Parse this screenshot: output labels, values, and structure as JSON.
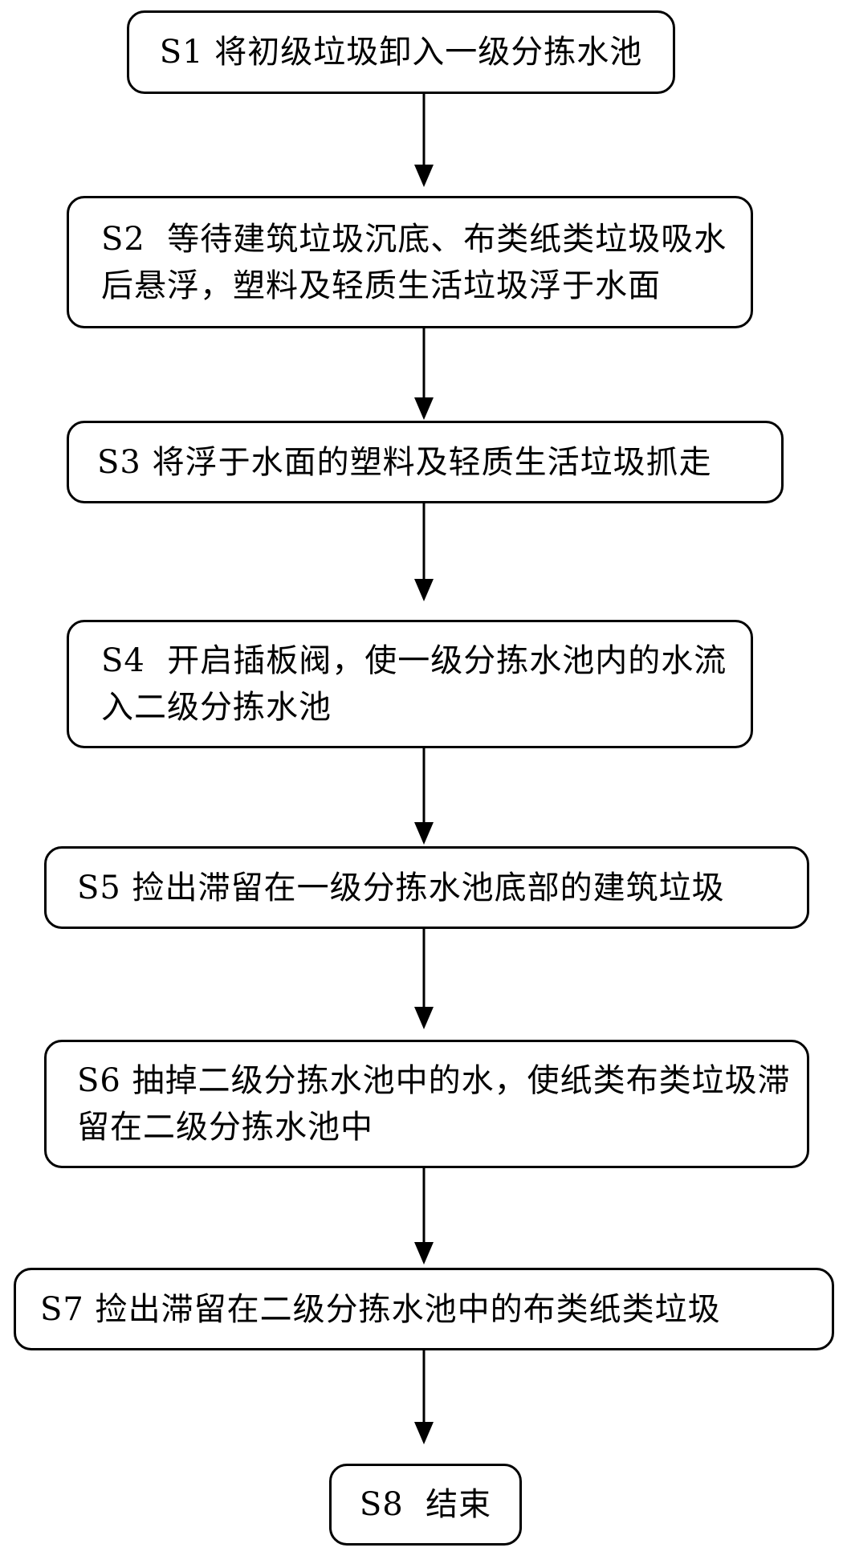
{
  "steps": [
    {
      "id": "S1",
      "text": "S1 将初级垃圾卸入一级分拣水池"
    },
    {
      "id": "S2",
      "text": "S2  等待建筑垃圾沉底、布类纸类垃圾吸水后悬浮，塑料及轻质生活垃圾浮于水面"
    },
    {
      "id": "S3",
      "text": "S3 将浮于水面的塑料及轻质生活垃圾抓走"
    },
    {
      "id": "S4",
      "text": "S4  开启插板阀，使一级分拣水池内的水流入二级分拣水池"
    },
    {
      "id": "S5",
      "text": "S5 捡出滞留在一级分拣水池底部的建筑垃圾"
    },
    {
      "id": "S6",
      "text": "S6 抽掉二级分拣水池中的水，使纸类布类垃圾滞留在二级分拣水池中"
    },
    {
      "id": "S7",
      "text": "S7 捡出滞留在二级分拣水池中的布类纸类垃圾"
    },
    {
      "id": "S8",
      "text": "S8  结束"
    }
  ]
}
